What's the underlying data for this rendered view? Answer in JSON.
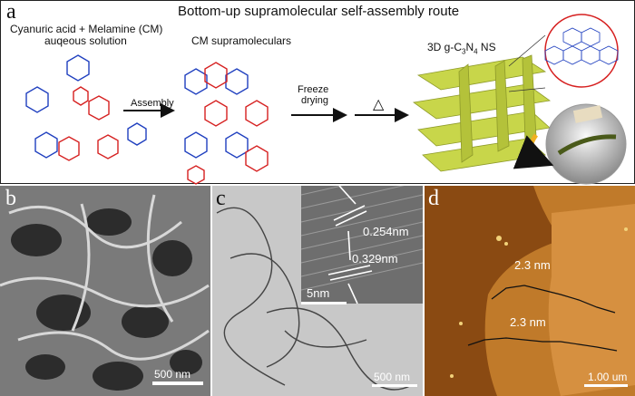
{
  "panel_a": {
    "letter": "a",
    "title": "Bottom-up supramolecular self-assembly route",
    "reactants_line1": "Cyanuric acid + Melamine (CM)",
    "reactants_line2": "auqeous solution",
    "supramolecular_label": "CM supramoleculars",
    "step1_label": "Assembly",
    "step2_label_line1": "Freeze",
    "step2_label_line2": "drying",
    "step3_symbol": "△",
    "product_label": "3D g-C",
    "product_sub1": "3",
    "product_mid": "N",
    "product_sub2": "4",
    "product_suffix": " NS"
  },
  "panel_b": {
    "letter": "b",
    "scale_bar": "500 nm"
  },
  "panel_c": {
    "letter": "c",
    "scale_bar": "500 nm",
    "inset_scale_bar": "5nm",
    "spacing_1": "0.254nm",
    "spacing_2": "0.329nm"
  },
  "panel_d": {
    "letter": "d",
    "scale_bar": "1.00 um",
    "height_1": "2.3 nm",
    "height_2": "2.3 nm"
  },
  "colors": {
    "melamine": "#1f3fbf",
    "cyanuric": "#d62020",
    "sheet": "#c8d64a",
    "afm_bg": "#8a4a12"
  }
}
